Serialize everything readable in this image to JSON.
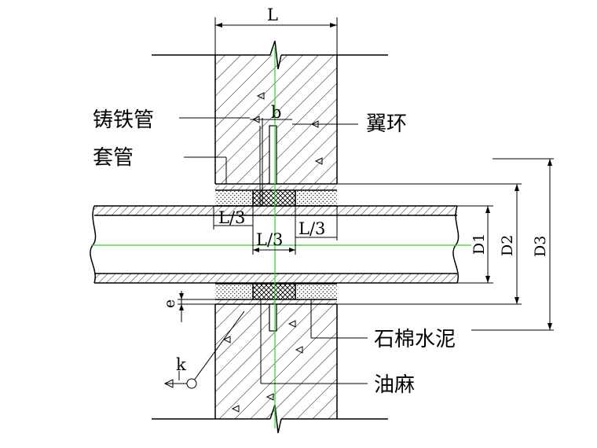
{
  "labels": {
    "cast_iron_pipe": "铸铁管",
    "sleeve": "套管",
    "wing_ring": "翼环",
    "asbestos_cement": "石棉水泥",
    "oakum": "油麻"
  },
  "dimensions": {
    "wall_thickness": "L",
    "third_left": "L/3",
    "third_mid": "L/3",
    "third_right": "L/3",
    "wing_b": "b",
    "gap_e": "e",
    "diameter_1": "D1",
    "diameter_2": "D2",
    "diameter_3": "D3",
    "weld_k": "k"
  },
  "colors": {
    "line": "#000000",
    "centerline": "#2bd42b"
  }
}
